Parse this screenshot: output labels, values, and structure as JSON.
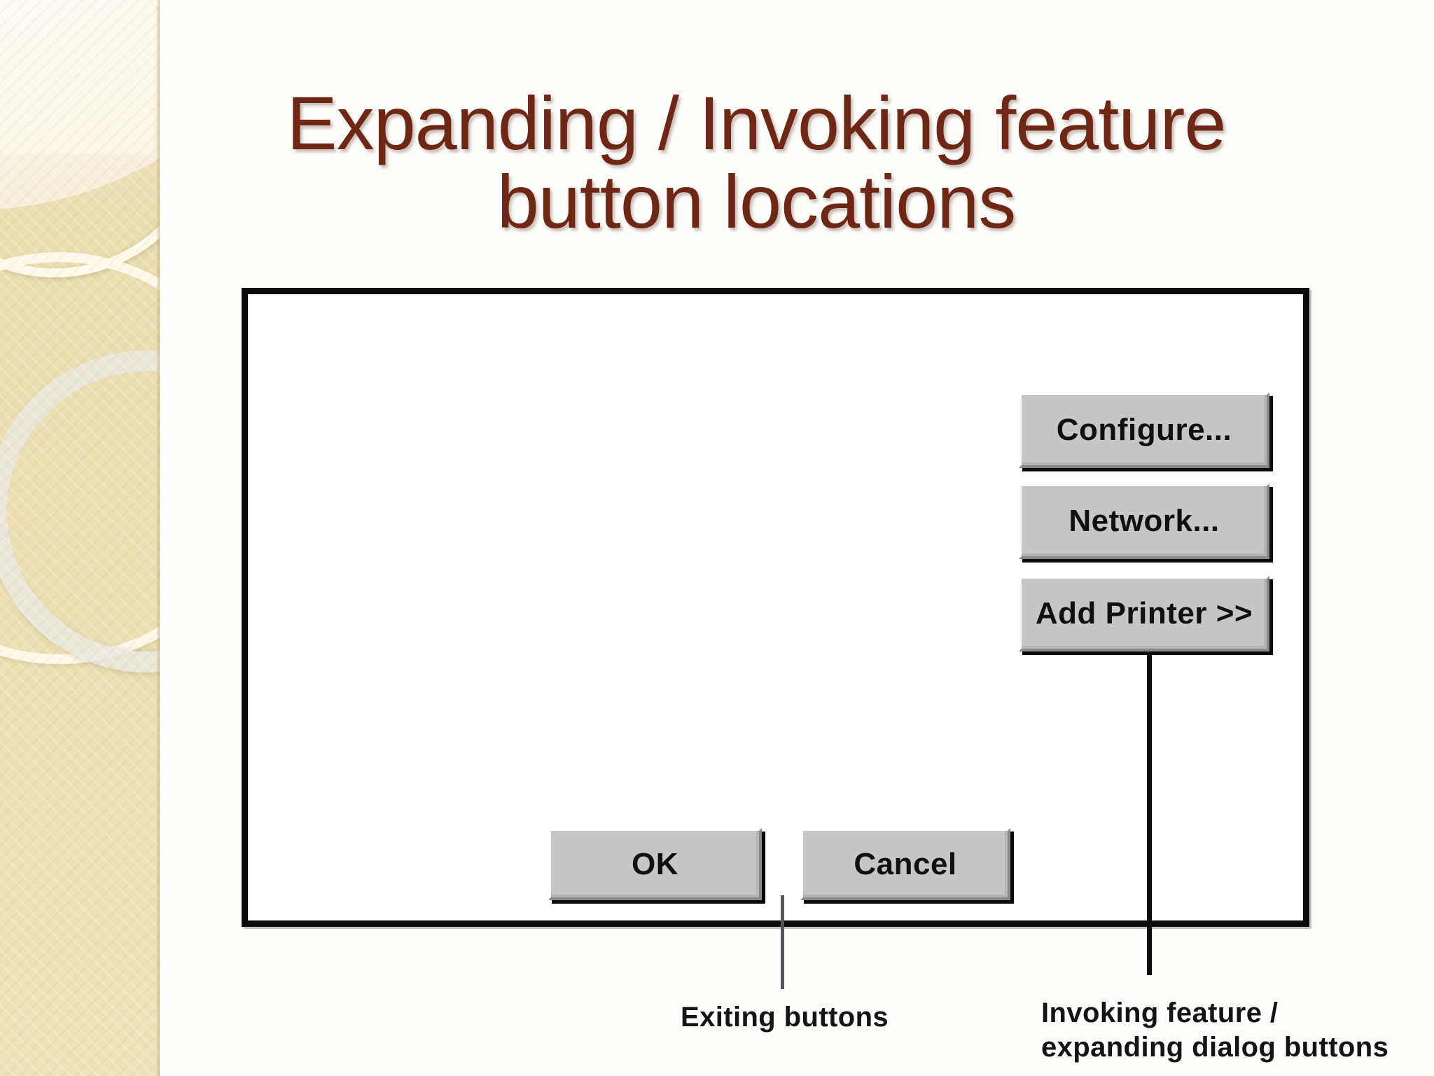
{
  "slide": {
    "title": "Expanding / Invoking feature button locations",
    "title_color": "#6E2615",
    "background_color": "#FDFDFB"
  },
  "sidebar": {
    "name": "decorative-sidebar",
    "base_color": "#ECDDB2",
    "accent_cream": "#FFFCEE",
    "accent_grey": "#E8E8E2"
  },
  "figure": {
    "dialog": {
      "border_color": "#0B0B0B",
      "fill_color": "#FFFFFF"
    },
    "buttons": [
      {
        "id": "configure",
        "label": "Configure...",
        "kind": "feature-button"
      },
      {
        "id": "network",
        "label": "Network...",
        "kind": "feature-button"
      },
      {
        "id": "add-printer",
        "label": "Add Printer >>",
        "kind": "expanding-dialog-button"
      },
      {
        "id": "ok",
        "label": "OK",
        "kind": "exiting-button"
      },
      {
        "id": "cancel",
        "label": "Cancel",
        "kind": "exiting-button"
      }
    ],
    "button_face_color": "#C6C6C6",
    "callouts": [
      {
        "id": "exiting",
        "text": "Exiting buttons"
      },
      {
        "id": "invoking",
        "text": "Invoking feature /\nexpanding dialog buttons"
      }
    ]
  }
}
